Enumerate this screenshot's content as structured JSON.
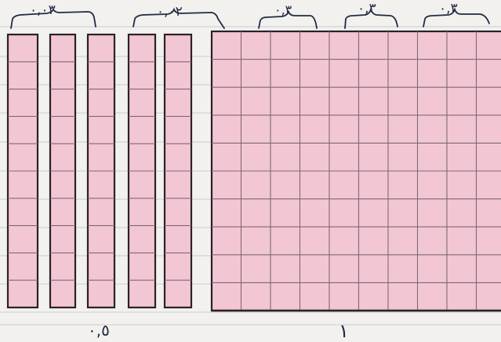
{
  "paper": {
    "background": "#f3f1ee",
    "rule_color": "#c9ccd6"
  },
  "blocks": {
    "fill": "#f3c6d4",
    "grid_color": "#7e6a73",
    "outline_color": "#2a2228"
  },
  "top_labels": [
    "٠,٠٣",
    "٠,٠٢",
    "٠,٣",
    "٠,٣",
    "٠,٣"
  ],
  "bottom_labels": [
    "٠,٥",
    "١"
  ],
  "flat": {
    "rows": 10,
    "cols": 10
  },
  "rods": {
    "count": 5,
    "cells": 10
  }
}
